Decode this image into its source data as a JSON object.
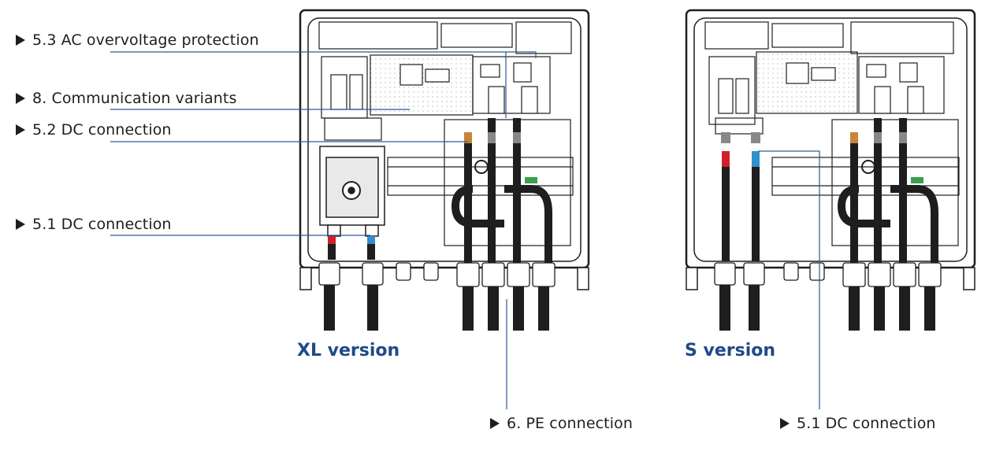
{
  "callouts": {
    "ac_overvoltage": "5.3 AC overvoltage protection",
    "communication": "8. Communication variants",
    "dc_connection_52": "5.2 DC connection",
    "dc_connection_51_left": "5.1 DC connection",
    "pe_connection": "6. PE connection",
    "dc_connection_51_right": "5.1 DC connection"
  },
  "versions": {
    "xl": "XL version",
    "s": "S version"
  },
  "colors": {
    "label_blue": "#1f4a88",
    "leader_line": "#2b5a9a",
    "wire_red": "#d0202a",
    "wire_blue": "#2f8fd0",
    "wire_green": "#3aa04a",
    "ferrule_orange": "#c8843a",
    "ink": "#1e1e1e"
  },
  "icons": {
    "callout_marker": "triangle-right-icon"
  }
}
